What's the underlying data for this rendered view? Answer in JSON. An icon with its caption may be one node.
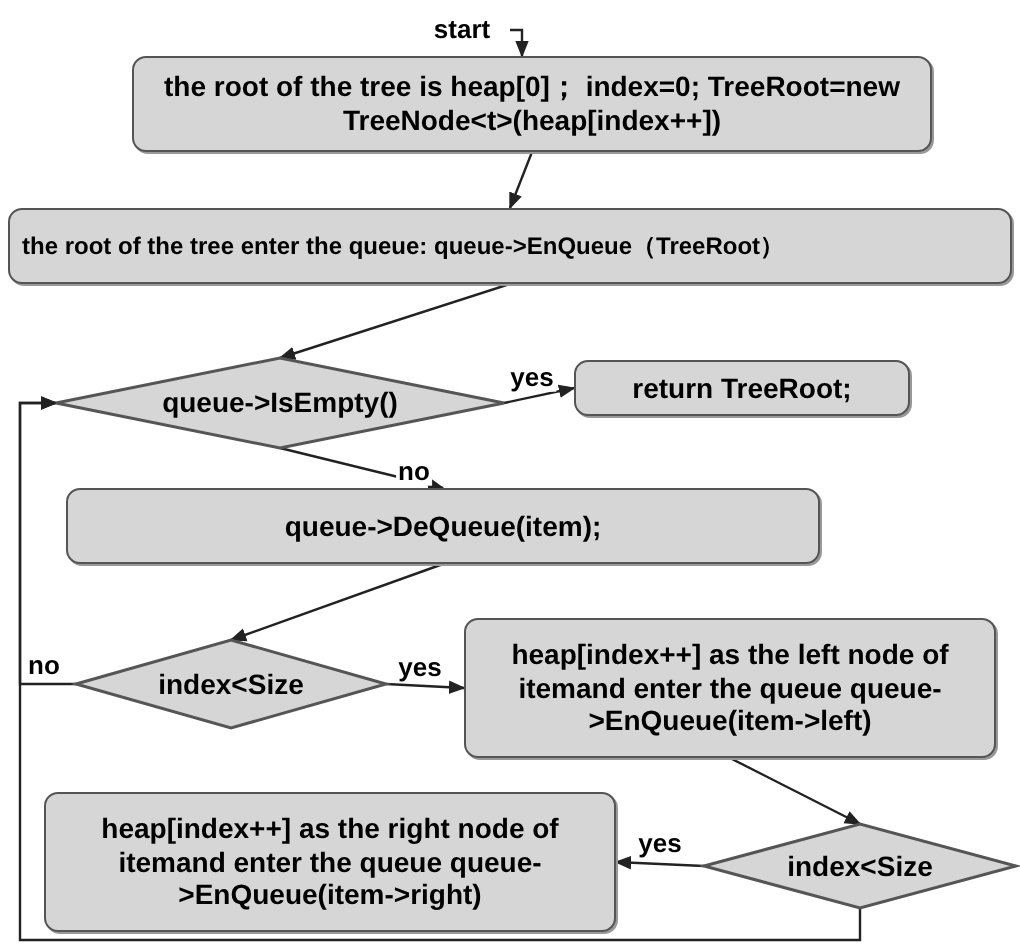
{
  "diagram": {
    "nodes": [
      {
        "text": [
          "start"
        ]
      },
      {
        "text": [
          "the root of the tree is heap[0]； index=0; TreeRoot=new TreeNode<t>(heap[index++])"
        ]
      },
      {
        "text": [
          "the root of the tree enter the queue: queue->EnQueue（TreeRoot）"
        ]
      },
      {
        "text": [
          "queue->IsEmpty()"
        ]
      },
      {
        "text": [
          "return TreeRoot;"
        ]
      },
      {
        "text": [
          "queue->DeQueue(item);"
        ]
      },
      {
        "text": [
          "index<Size"
        ]
      },
      {
        "text": [
          "heap[index++] as the left node of itemand enter the queue queue->EnQueue(item->left)"
        ]
      },
      {
        "text": [
          "index<Size"
        ]
      },
      {
        "text": [
          "heap[index++] as the right node of itemand enter the queue queue->EnQueue(item->right)"
        ]
      }
    ],
    "edges": [
      {
        "from": 0,
        "to": 1,
        "arrow": "to"
      },
      {
        "from": 1,
        "to": 2,
        "arrow": "to"
      },
      {
        "from": 2,
        "to": 3,
        "arrow": "to"
      },
      {
        "from": 3,
        "to": 4,
        "arrow": "to",
        "label": "yes"
      },
      {
        "from": 3,
        "to": 5,
        "arrow": "to",
        "label": "no"
      },
      {
        "from": 5,
        "to": 6,
        "arrow": "to"
      },
      {
        "from": 6,
        "to": 7,
        "arrow": "to",
        "label": "yes"
      },
      {
        "from": 7,
        "to": 8,
        "arrow": "to"
      },
      {
        "from": 8,
        "to": 9,
        "arrow": "to",
        "label": "yes"
      },
      {
        "from": 6,
        "to": 3,
        "arrow": "to",
        "label": "no"
      },
      {
        "from": 8,
        "to": 3,
        "arrow": "to"
      }
    ]
  }
}
